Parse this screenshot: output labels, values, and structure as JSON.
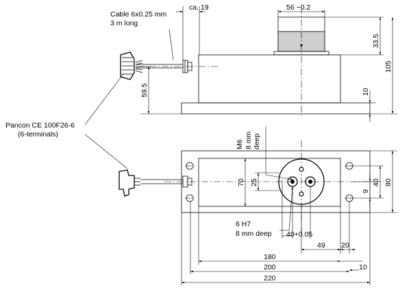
{
  "labels": {
    "cable_line1": "Cable 6x0.25 mm",
    "cable_line2": "3 m long",
    "connector_line1": "Pancon CE 100F26-6",
    "connector_line2": "(6-terminals)",
    "ca19": "ca. 19",
    "d56": "56 −0.2",
    "d33_5": "33.5",
    "d105": "105",
    "d10_side": "10",
    "d59_5": "59.5",
    "m6": "M6",
    "m6_depth1": "8 mm",
    "m6_depth2": "deep",
    "d70": "70",
    "d25": "25",
    "d40_v": "40",
    "d80": "80",
    "d9": "9",
    "h7_line1": "6 H7",
    "h7_line2": "8 mm deep",
    "d40_005": "40+0.05",
    "d49": "49",
    "d20": "20",
    "d180": "180",
    "d200": "200",
    "d10_bottom": "10",
    "d220": "220"
  }
}
